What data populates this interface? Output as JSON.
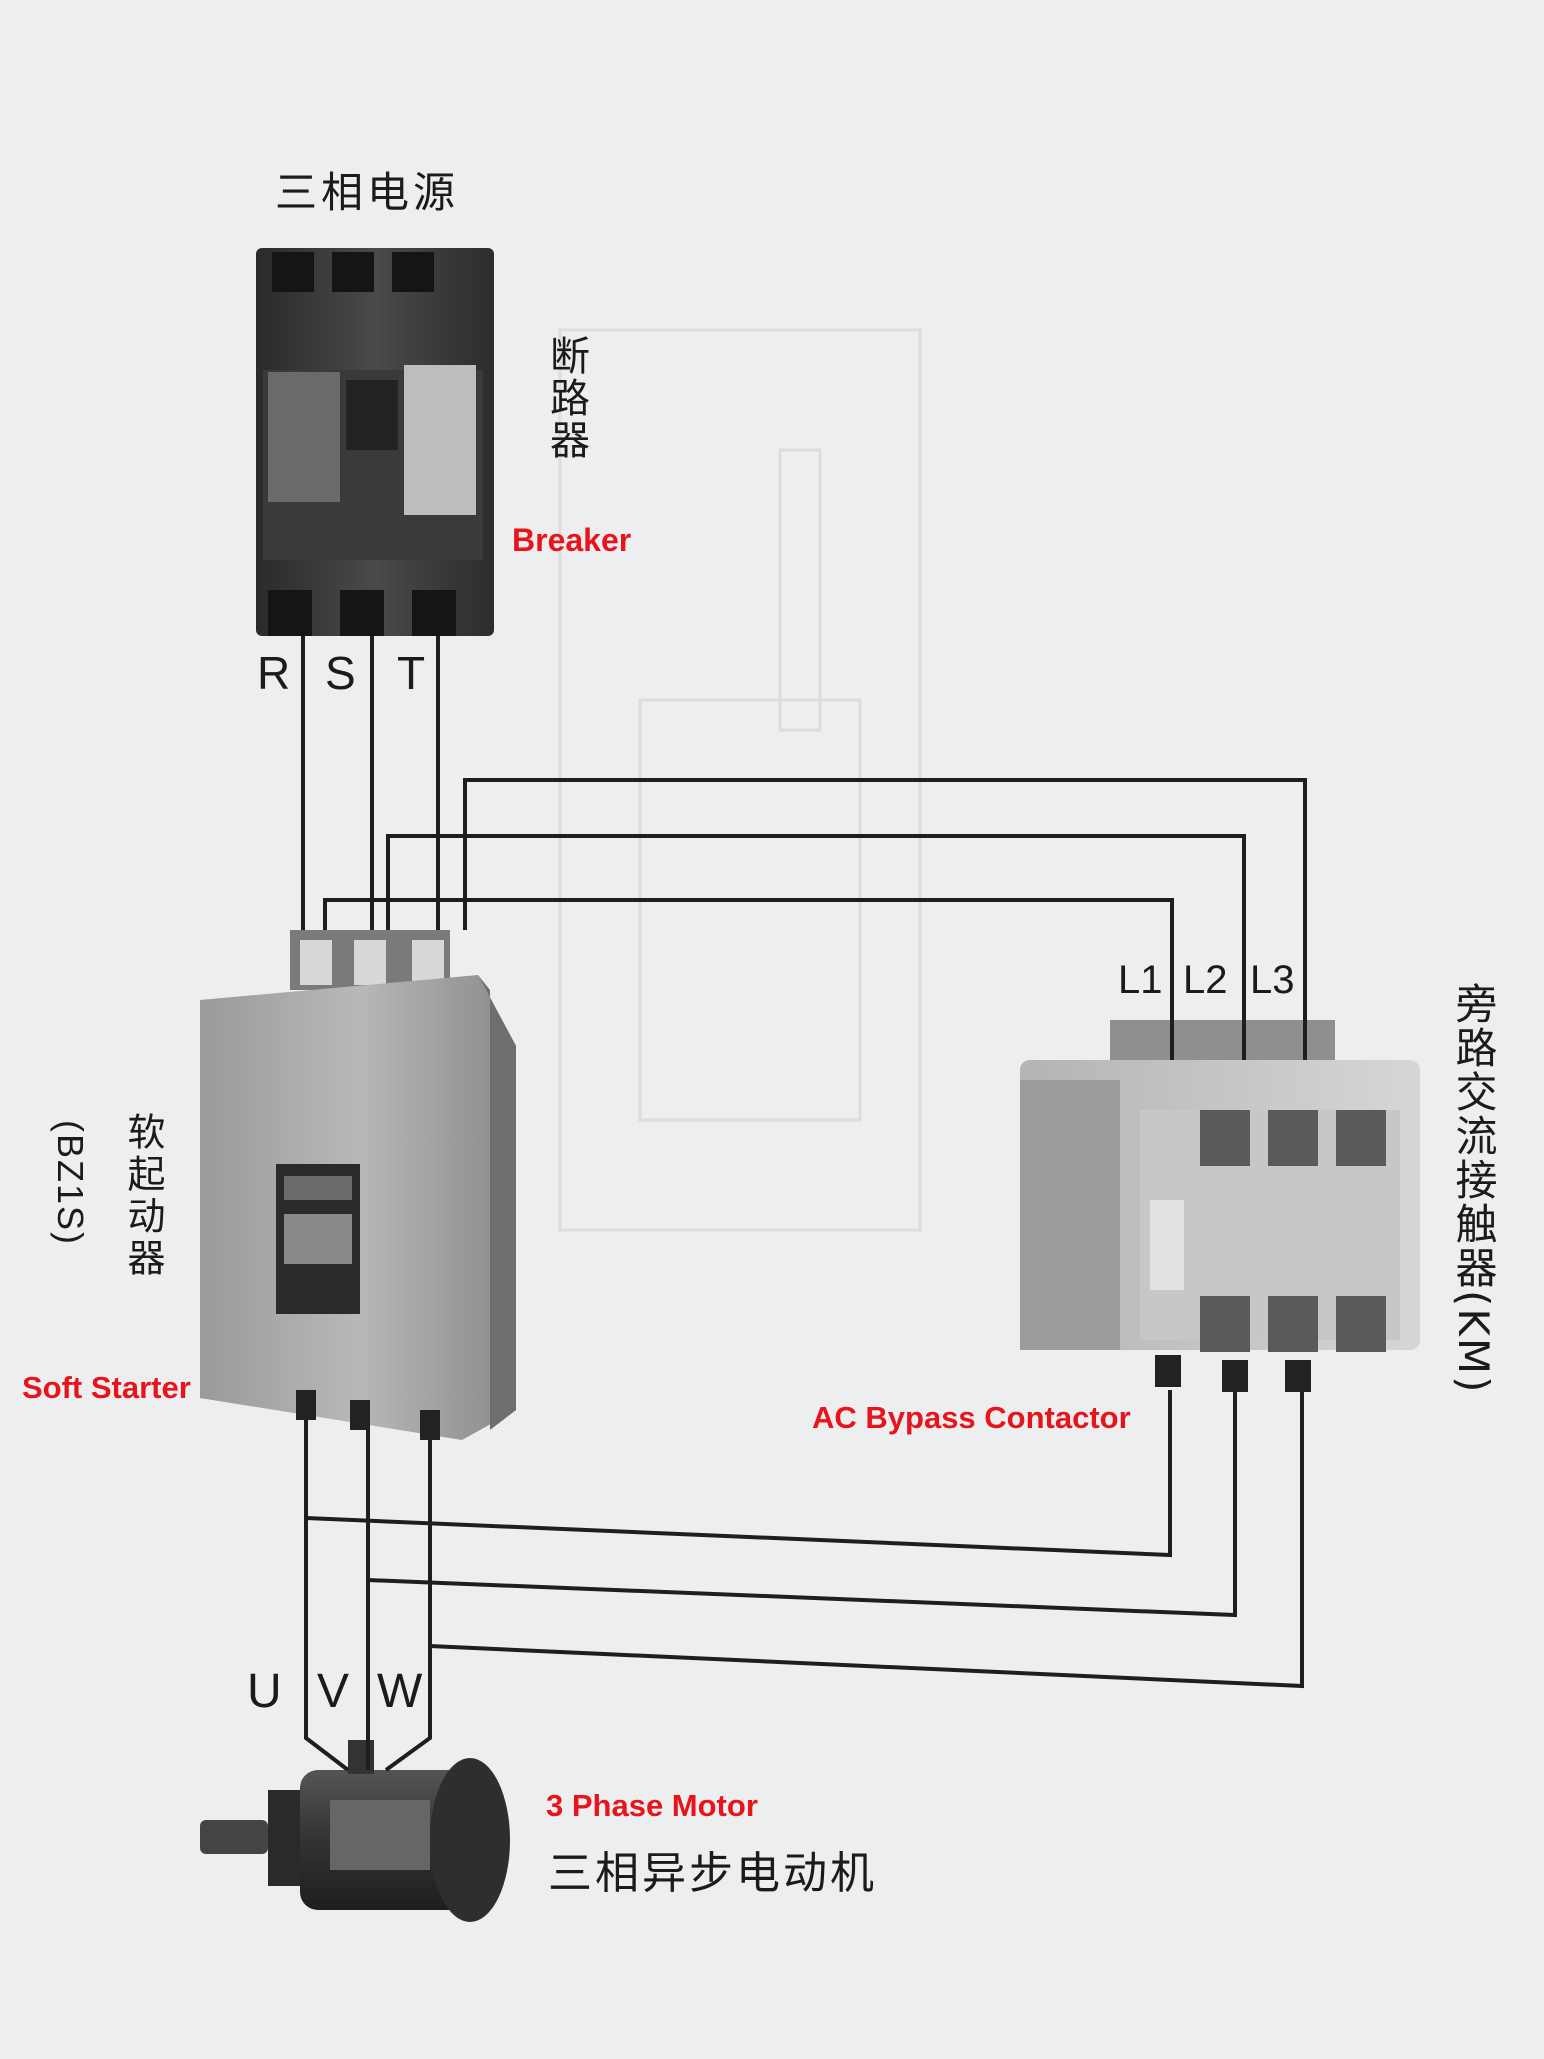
{
  "labels": {
    "power_source": "三相电源",
    "breaker_cn": "断路器",
    "breaker_en": "Breaker",
    "soft_starter_cn": "软起动器",
    "soft_starter_model": "(BZ1S)",
    "soft_starter_en": "Soft Starter",
    "bypass_cn": "旁路交流接触器(KM)",
    "bypass_en": "AC Bypass Contactor",
    "motor_en": "3 Phase Motor",
    "motor_cn": "三相异步电动机"
  },
  "terminals": {
    "breaker_out": [
      "R",
      "S",
      "T"
    ],
    "contactor_in": [
      "L1",
      "L2",
      "L3"
    ],
    "motor_in": [
      "U",
      "V",
      "W"
    ]
  },
  "colors": {
    "annotation": "#e8141c",
    "wire": "#1e1e1e",
    "background": "#eceeef"
  }
}
